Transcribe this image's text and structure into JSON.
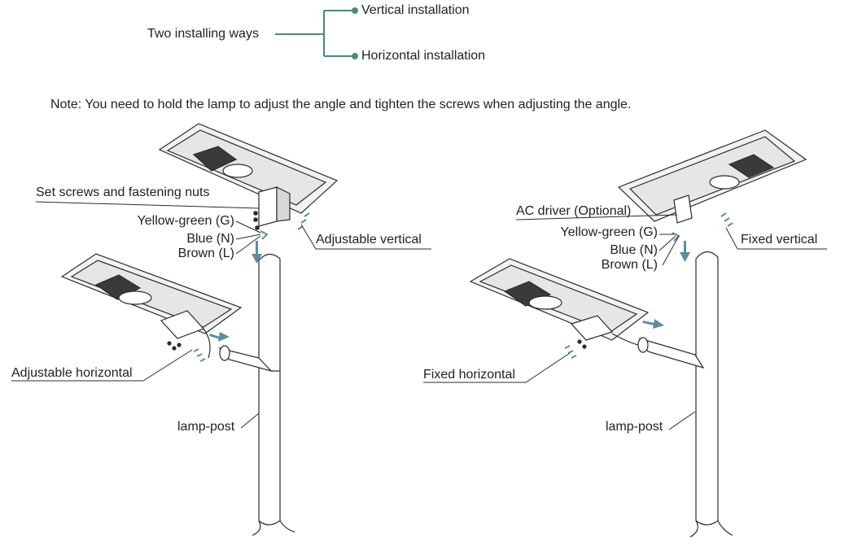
{
  "header": {
    "root_label": "Two installing ways",
    "option_1": "Vertical installation",
    "option_2": "Horizontal installation",
    "note": "Note: You need to hold the lamp to adjust the angle and tighten the screws when adjusting the angle."
  },
  "left_figure": {
    "set_screws": "Set screws and fastening nuts",
    "yellow_green": "Yellow-green (G)",
    "blue": "Blue (N)",
    "brown": "Brown (L)",
    "adjustable_vertical": "Adjustable vertical",
    "adjustable_horizontal": "Adjustable horizontal",
    "lamp_post": "lamp-post"
  },
  "right_figure": {
    "ac_driver": "AC driver (Optional)",
    "yellow_green": "Yellow-green (G)",
    "blue": "Blue (N)",
    "brown": "Brown (L)",
    "fixed_vertical": "Fixed vertical",
    "fixed_horizontal": "Fixed horizontal",
    "lamp_post": "lamp-post"
  },
  "colors": {
    "line": "#2b2b2b",
    "tree_connector": "#4a8a7a",
    "arrow_accent": "#5b8f9a",
    "lamp_fill": "#f2f2f2",
    "lamp_dark": "#3a3a3a"
  }
}
